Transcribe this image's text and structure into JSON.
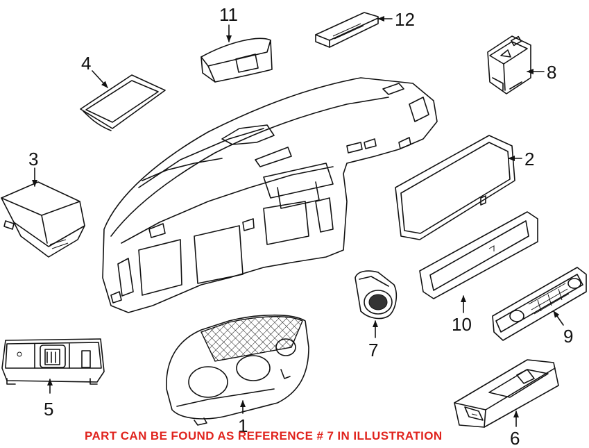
{
  "callouts": {
    "c1": "1",
    "c2": "2",
    "c3": "3",
    "c4": "4",
    "c5": "5",
    "c6": "6",
    "c7": "7",
    "c8": "8",
    "c9": "9",
    "c10": "10",
    "c11": "11",
    "c12": "12"
  },
  "footnote": "PART CAN BE FOUND AS REFERENCE # 7 IN ILLUSTRATION",
  "colors": {
    "footnote": "#e0231d",
    "line": "#111111",
    "background": "#ffffff"
  }
}
